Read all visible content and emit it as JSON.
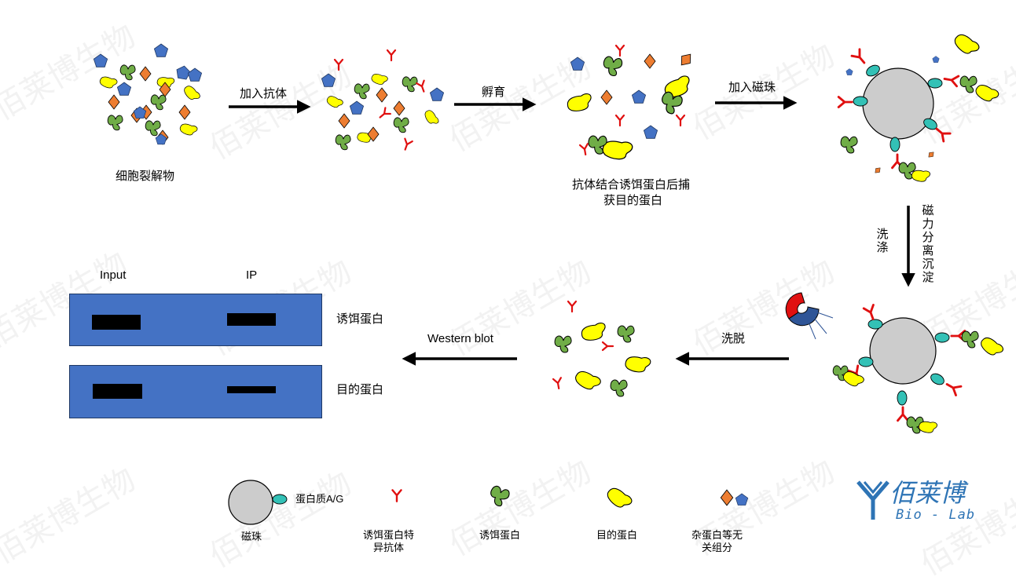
{
  "labels": {
    "lysate": "细胞裂解物",
    "add_antibody": "加入抗体",
    "incubate": "孵育",
    "add_beads": "加入磁珠",
    "capture": "抗体结合诱饵蛋白后捕获目的蛋白",
    "capture_line1": "抗体结合诱饵蛋白后捕",
    "capture_line2": "获目的蛋白",
    "magnetic_separation": "磁力分离沉淀",
    "wash": "洗涤",
    "elute": "洗脱",
    "western_blot": "Western blot",
    "input": "Input",
    "ip": "IP",
    "bait_protein": "诱饵蛋白",
    "target_protein": "目的蛋白"
  },
  "legend": {
    "bead": "磁珠",
    "protein_ag": "蛋白质A/G",
    "bait_antibody_line1": "诱饵蛋白特",
    "bait_antibody_line2": "异抗体",
    "bait_protein": "诱饵蛋白",
    "target_protein": "目的蛋白",
    "other_line1": "杂蛋白等无",
    "other_line2": "关组分"
  },
  "watermark": "佰莱博生物",
  "logo": {
    "name": "佰莱博",
    "sub": "Bio - Lab"
  },
  "colors": {
    "antibody": "#e01010",
    "bait": "#70ad47",
    "target": "#ffff00",
    "diamond": "#ed7d31",
    "pentagon": "#4472c4",
    "bead": "#cccccc",
    "protein_ag": "#33c1b6",
    "gel": "#4472c4",
    "magnet_red": "#e01010",
    "magnet_blue": "#2f5597"
  },
  "icons": [
    "antibody-icon",
    "bait-protein-icon",
    "target-protein-icon",
    "diamond-icon",
    "pentagon-icon",
    "bead-icon",
    "protein-ag-icon",
    "magnet-icon",
    "arrow-icon"
  ]
}
